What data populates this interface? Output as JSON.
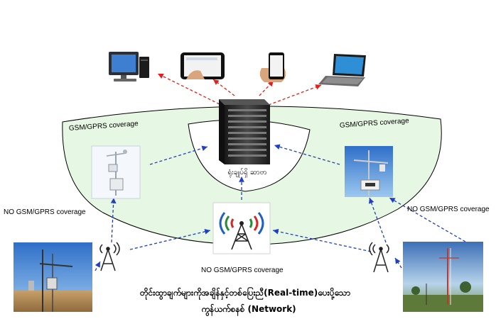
{
  "labels": {
    "gsm_coverage_left": "GSM/GPRS   coverage",
    "gsm_coverage_right": "GSM/GPRS   coverage",
    "no_gsm_left": "NO GSM/GPRS   coverage",
    "no_gsm_right": "NO GSM/GPRS   coverage",
    "no_gsm_bottom": "NO GSM/GPRS   coverage",
    "server_label": "ရုံးချုပ်ရှိ ဆာဗာ",
    "caption_line1": "တိုင်းထွာချက်များကိုအချိန်နှင့်တစ်ပြေးညီ(Real-time)ပေးပို့သော",
    "caption_line2": "ကွန်ယက်စနစ် (Network)"
  },
  "colors": {
    "coverage_fill": "#e6f7e3",
    "coverage_stroke": "#000000",
    "red_arrow": "#e0211b",
    "blue_arrow": "#1f3ec9"
  }
}
